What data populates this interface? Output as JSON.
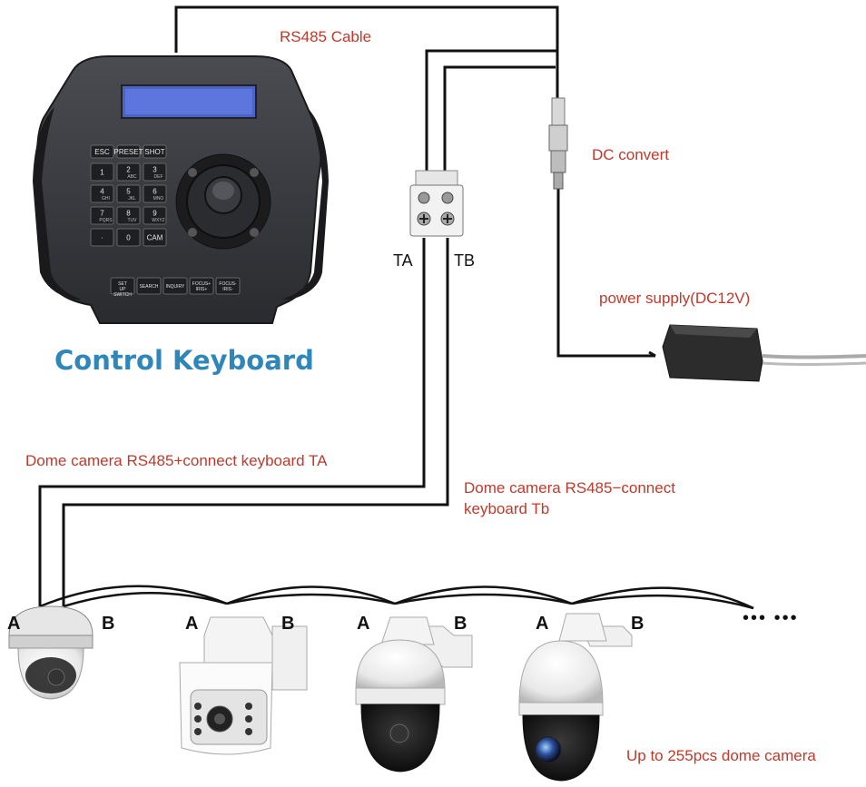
{
  "labels": {
    "rs485_cable": "RS485 Cable",
    "dc_convert": "DC convert",
    "power_supply": "power supply(DC12V)",
    "ta": "TA",
    "tb": "TB",
    "control_keyboard": "Control Keyboard",
    "plus_connect": "Dome camera RS485+connect keyboard TA",
    "minus_connect_line1": "Dome camera RS485−connect",
    "minus_connect_line2": "keyboard Tb",
    "up_to": "Up to 255pcs dome camera",
    "ellipsis": "••• •••"
  },
  "keyboard": {
    "top_keys": [
      "ESC",
      "PRESET",
      "SHOT"
    ],
    "keypad": [
      {
        "main": "1",
        "sub": ""
      },
      {
        "main": "2",
        "sub": "ABC"
      },
      {
        "main": "3",
        "sub": "DEF"
      },
      {
        "main": "4",
        "sub": "GHI"
      },
      {
        "main": "5",
        "sub": "JKL"
      },
      {
        "main": "6",
        "sub": "MNO"
      },
      {
        "main": "7",
        "sub": "PQRS"
      },
      {
        "main": "8",
        "sub": "TUV"
      },
      {
        "main": "9",
        "sub": "WXYZ"
      },
      {
        "main": "·",
        "sub": ""
      },
      {
        "main": "0",
        "sub": ""
      },
      {
        "main": "CAM",
        "sub": ""
      }
    ],
    "bottom_keys": [
      "SET UP SWITCH",
      "SEARCH",
      "INQUIRY",
      "FOCUS+ IRIS+",
      "FOCUS- IRIS-"
    ]
  },
  "cameras": [
    {
      "a": "A",
      "b": "B"
    },
    {
      "a": "A",
      "b": "B"
    },
    {
      "a": "A",
      "b": "B"
    },
    {
      "a": "A",
      "b": "B"
    }
  ],
  "colors": {
    "label_red": "#c0392b",
    "title_blue": "#2f86b8",
    "wire": "#111111"
  }
}
